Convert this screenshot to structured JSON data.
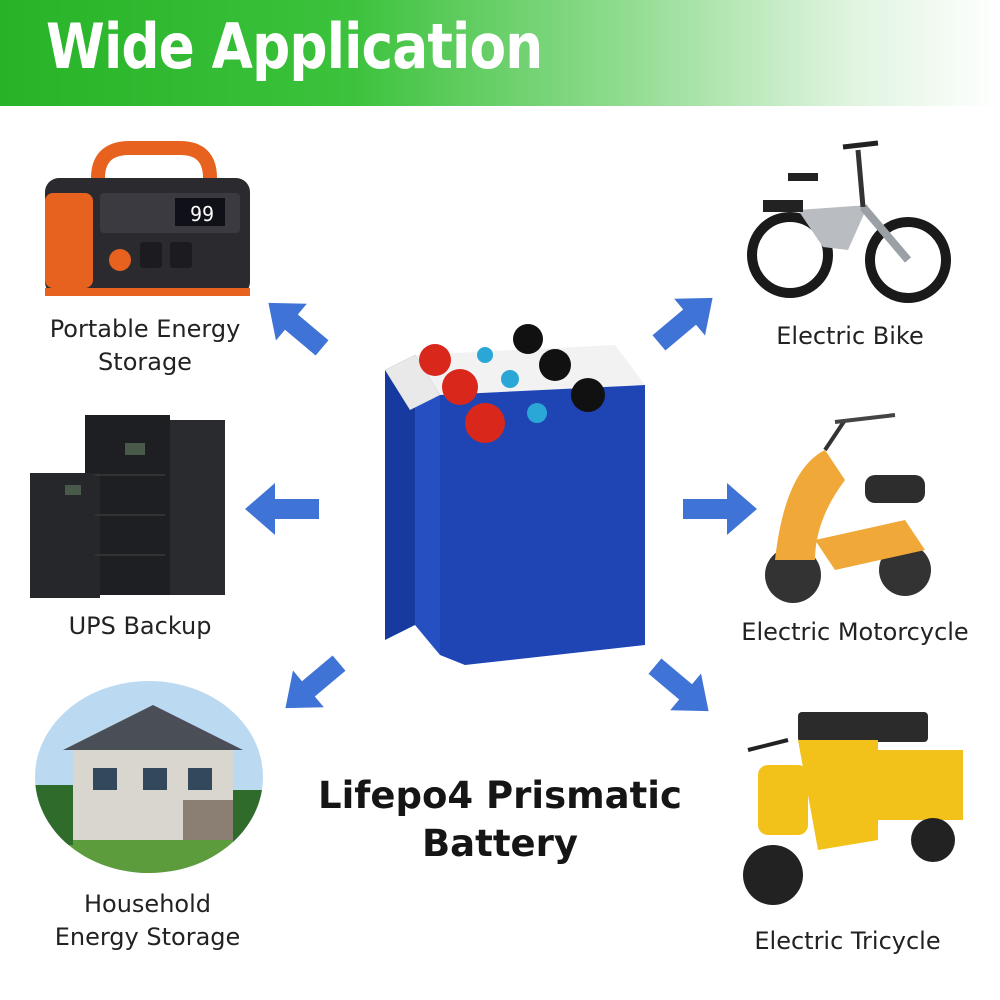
{
  "banner": {
    "title": "Wide Application"
  },
  "product": {
    "title_line1": "Lifepo4 Prismatic",
    "title_line2": "Battery"
  },
  "applications": {
    "portable": {
      "line1": "Portable Energy",
      "line2": "Storage"
    },
    "ups": {
      "line1": "UPS Backup"
    },
    "household": {
      "line1": "Household",
      "line2": "Energy Storage"
    },
    "bike": {
      "line1": "Electric Bike"
    },
    "motorcycle": {
      "line1": "Electric Motorcycle"
    },
    "tricycle": {
      "line1": "Electric Tricycle"
    }
  },
  "power_station_display": "99",
  "colors": {
    "banner_green": "#27b327",
    "arrow_blue": "#3f74d6",
    "battery_blue": "#1f45b5",
    "terminal_red": "#d9271c"
  }
}
